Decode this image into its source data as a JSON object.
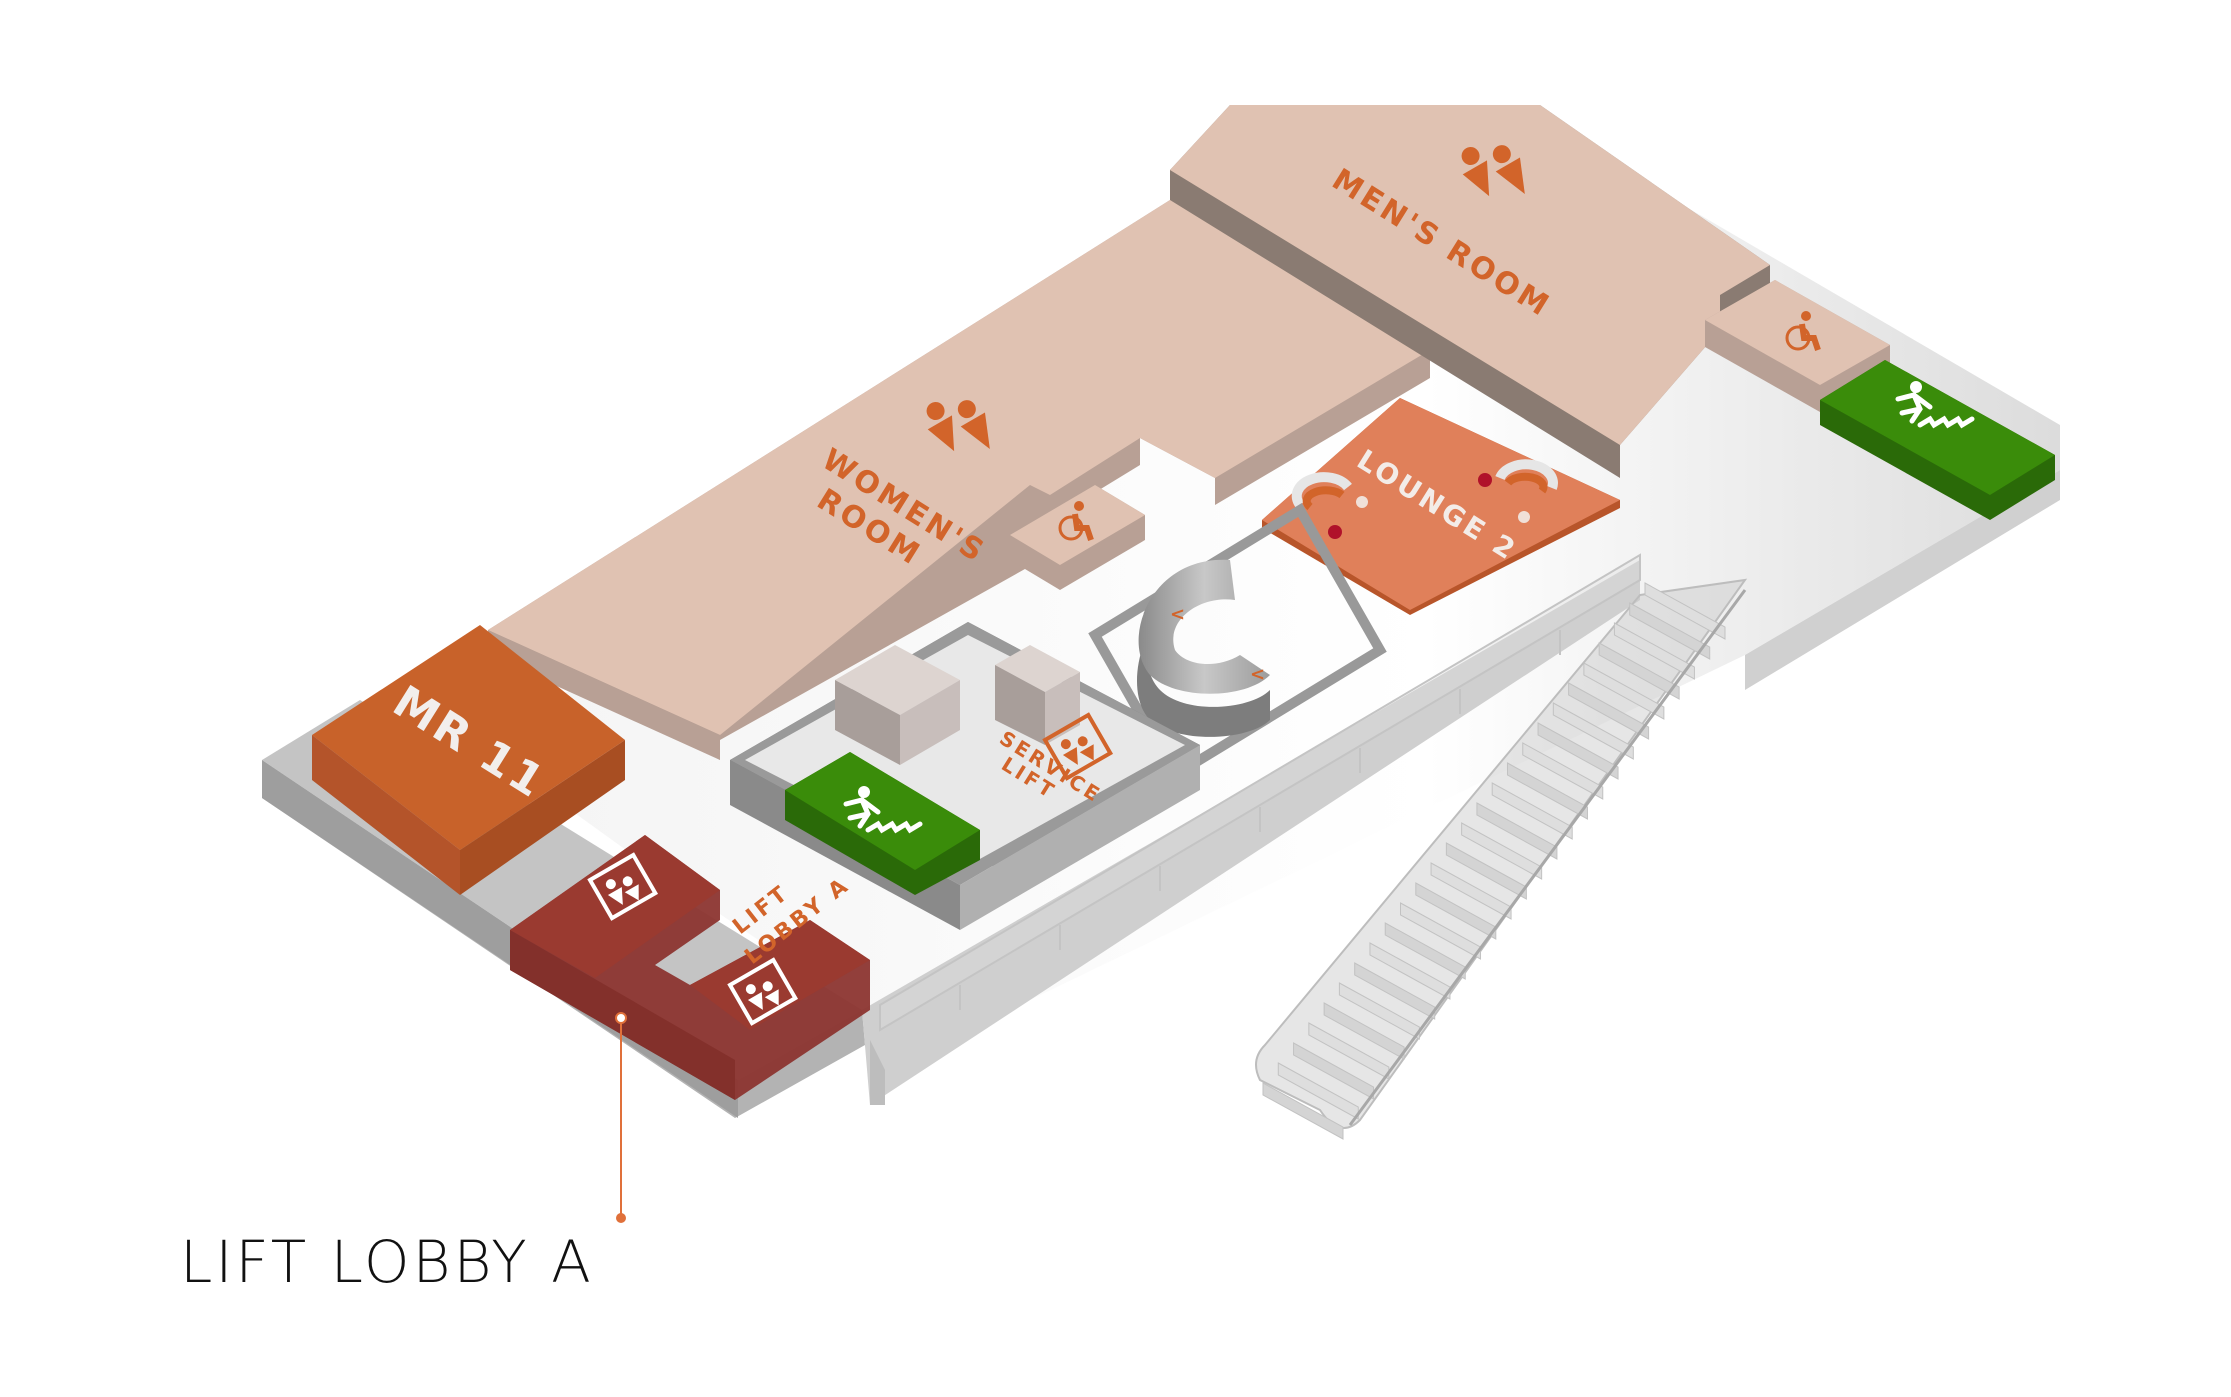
{
  "map": {
    "title": "Floor plan - isometric view",
    "rooms": {
      "mens_room": {
        "label": "MEN'S ROOM",
        "icon": "restroom-icon"
      },
      "womens_room": {
        "label_line1": "WOMEN'S",
        "label_line2": "ROOM",
        "icon": "restroom-icon"
      },
      "accessible_wc_1": {
        "icon": "wheelchair-icon"
      },
      "accessible_wc_2": {
        "icon": "wheelchair-icon"
      },
      "lounge": {
        "label": "LOUNGE 2"
      },
      "meeting_room": {
        "label": "MR 11"
      },
      "service_lift": {
        "label_line1": "SERVICE",
        "label_line2": "LIFT",
        "icon": "elevator-icon"
      },
      "lift_lobby": {
        "label_line1": "LIFT",
        "label_line2": "LOBBY A",
        "icon": "elevator-icon"
      },
      "emergency_exit_1": {
        "icon": "emergency-exit-stairs-icon"
      },
      "emergency_exit_2": {
        "icon": "emergency-exit-stairs-icon"
      },
      "spiral_stair": {
        "icon": "spiral-stair-icon"
      },
      "staircase": {
        "icon": "staircase-icon"
      }
    },
    "callout": {
      "label": "LIFT LOBBY A",
      "target": "lift_lobby"
    },
    "colors": {
      "restroom_top": "#e0c2b2",
      "restroom_side": "#b8a095",
      "restroom_shadow": "#8a7b72",
      "accent_orange": "#d2642a",
      "lounge": "#e0805a",
      "meeting_room": "#c8622a",
      "lift_lobby": "#8c3530",
      "exit_green": "#3a8c0a",
      "floor": "#ececec",
      "floor_edge": "#bdbdbd",
      "callout_line": "#e0703a"
    }
  }
}
